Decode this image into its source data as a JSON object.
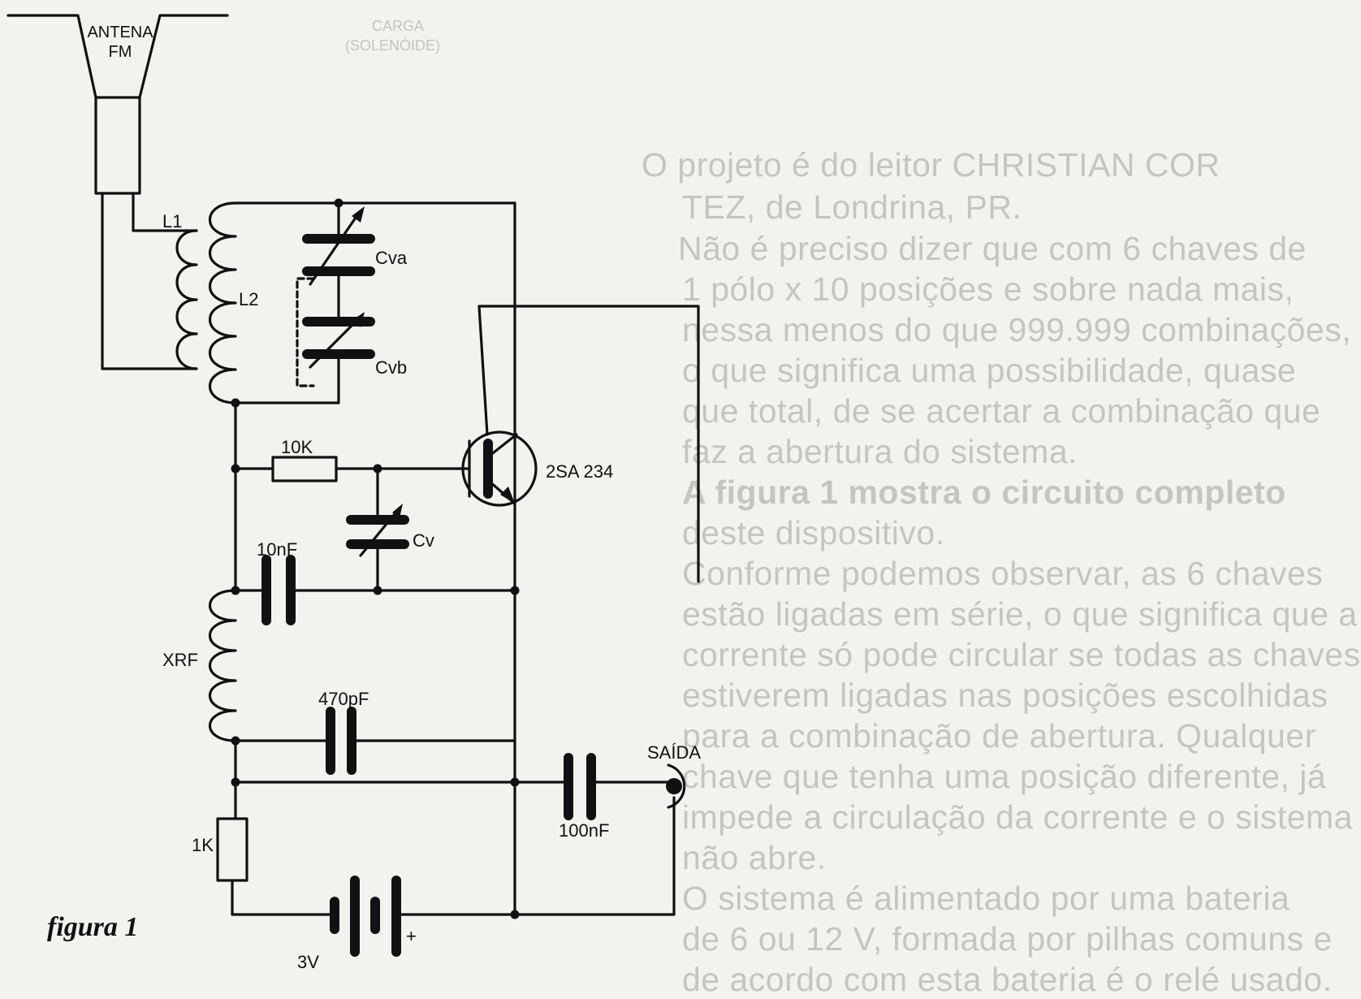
{
  "figure": {
    "caption": "figura 1",
    "labels": {
      "antenna": "ANTENA",
      "antenna_sub": "FM",
      "l1": "L1",
      "l2": "L2",
      "cva": "Cva",
      "cvb": "Cvb",
      "r_10k": "10K",
      "transistor": "2SA 234",
      "cv": "Cv",
      "c_10nf": "10nF",
      "xrf": "XRF",
      "c_470pf": "470pF",
      "output": "SAÍDA",
      "c_100nf": "100nF",
      "r_1k": "1K",
      "battery": "3V",
      "battery_plus": "+"
    }
  },
  "background_text": {
    "top_fragment_1": "CARGA",
    "top_fragment_2": "(SOLENÓIDE)",
    "paragraphs": [
      "O projeto é do leitor CHRISTIAN COR",
      "TEZ, de Londrina, PR.",
      "Não é preciso dizer que com 6 chaves de",
      "1 pólo x 10 posições e sobre nada mais,",
      "nessa menos do que 999.999 combinações,",
      "o que significa uma possibilidade, quase",
      "que total, de se acertar a combinação que",
      "faz a abertura do sistema.",
      "A figura 1 mostra o circuito completo",
      "deste dispositivo.",
      "Conforme podemos observar, as 6 chaves",
      "estão ligadas em série, o que significa que a",
      "corrente só pode circular se todas as chaves",
      "estiverem ligadas nas posições escolhidas",
      "para a combinação de abertura. Qualquer",
      "chave que tenha uma posição diferente, já",
      "impede a circulação da corrente e o sistema",
      "não abre.",
      "O sistema é alimentado por uma bateria",
      "de 6 ou 12 V, formada por pilhas comuns e",
      "de acordo com esta bateria é o relé usado."
    ]
  }
}
